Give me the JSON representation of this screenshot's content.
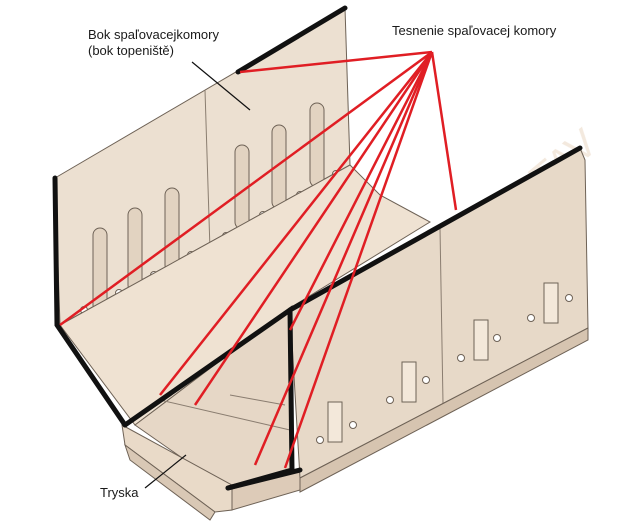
{
  "labels": {
    "side_line1": "Bok spaľovacejkomory",
    "side_line2": "(bok topeniště)",
    "seal": "Tesnenie spaľovacej komory",
    "nozzle": "Tryska"
  },
  "watermark": "DELTASTAV",
  "colors": {
    "panel_light": "#efe3d4",
    "panel_mid": "#e6d7c6",
    "panel_dark": "#d9c8b5",
    "edge": "#6e6256",
    "seal": "#111111",
    "leader_red": "#e01e24",
    "leader_black": "#111111",
    "watermark": "#ead7c4"
  }
}
